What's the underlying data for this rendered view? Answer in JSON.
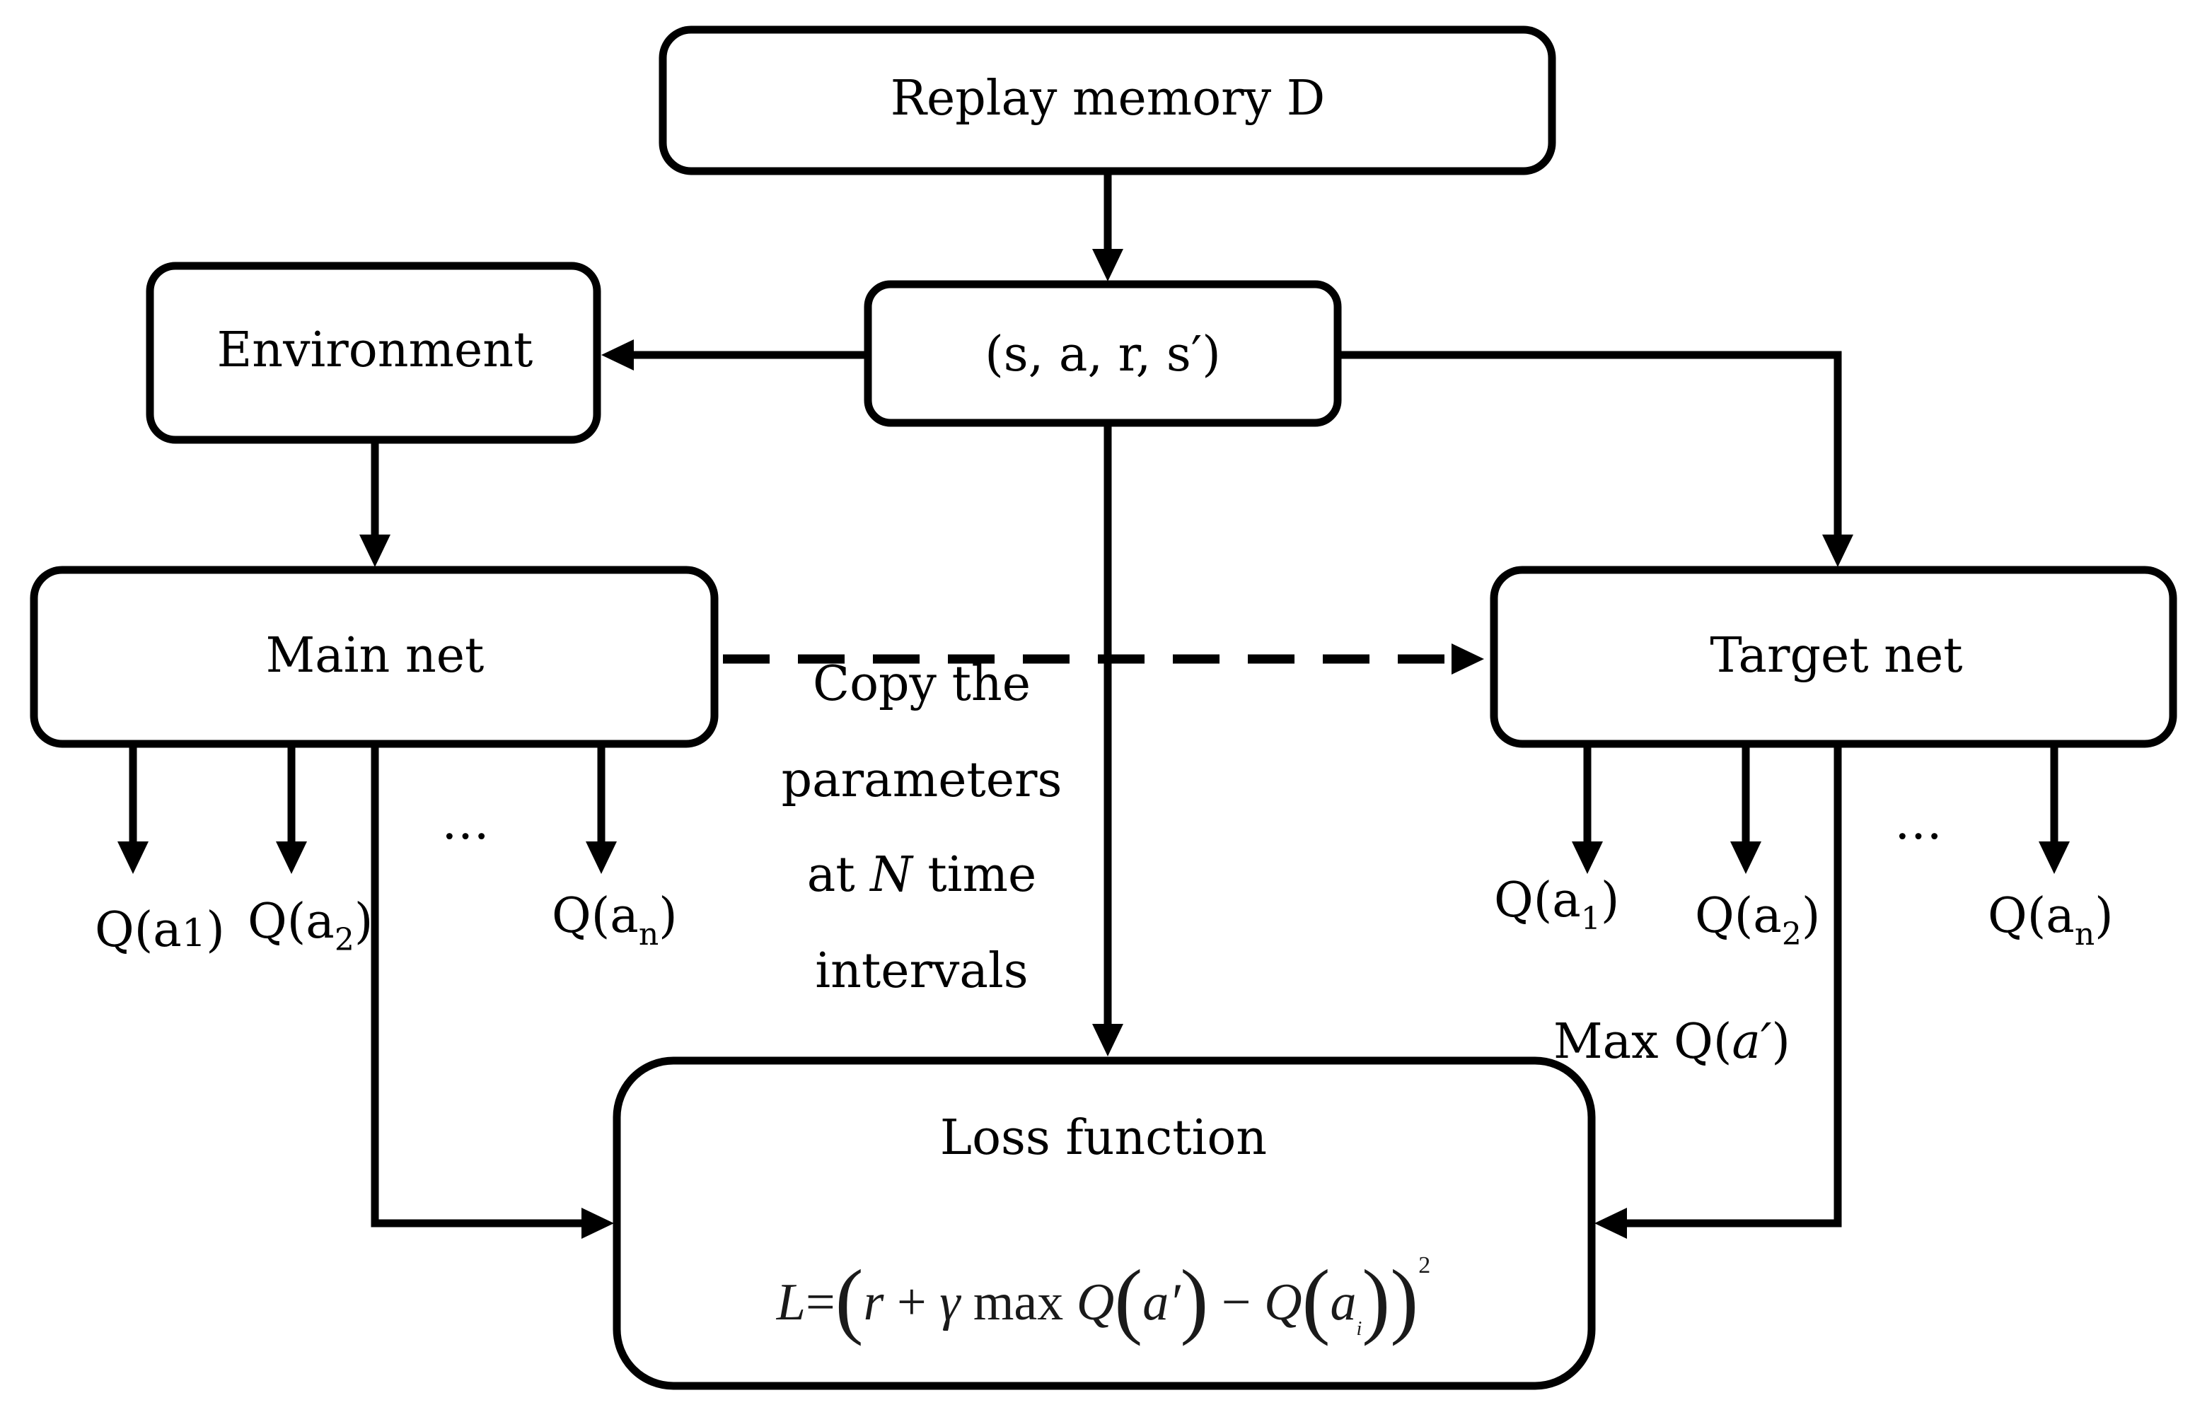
{
  "nodes": {
    "replay": "Replay memory D",
    "transition": "(s, a, r, s′)",
    "environment": "Environment",
    "main_net": "Main net",
    "target_net": "Target net",
    "loss_title": "Loss function"
  },
  "copy_note": {
    "line1": "Copy the",
    "line2": "parameters",
    "line3_pre": "at ",
    "line3_var": "N",
    "line3_post": " time",
    "line4": "intervals"
  },
  "main_outputs": {
    "q": "Q(a",
    "open": "(",
    "a": "a",
    "close": ")",
    "sub1": "1",
    "sub2": "2",
    "subn": "n",
    "ellipsis": "…"
  },
  "target_outputs": {
    "q": "Q(a",
    "close": ")",
    "sub1": "1",
    "sub2": "2",
    "subn": "n",
    "ellipsis": "…"
  },
  "max_label": {
    "pre": "Max Q(",
    "var": "a′",
    "post": ")"
  },
  "equation": {
    "L": "L",
    "eq": "=",
    "lp": "(",
    "r": "r",
    "plus": " + ",
    "gamma": "γ",
    "max": " max ",
    "Q": "Q",
    "a_prime": "a′",
    "minus": " − ",
    "a_i": "a",
    "sub_i": "i",
    "rp": ")",
    "sq": "2"
  },
  "colors": {
    "stroke": "#000000",
    "background": "#ffffff"
  }
}
